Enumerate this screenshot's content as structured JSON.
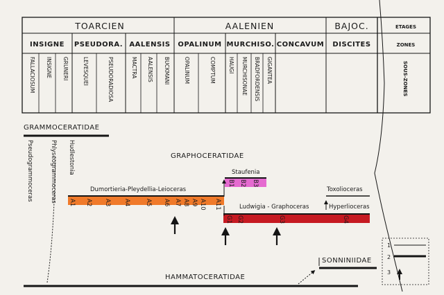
{
  "header": {
    "stages": [
      "TOARCIEN",
      "AALENIEN",
      "BAJOC."
    ],
    "etages_label": "ETAGES",
    "zones": [
      "INSIGNE",
      "PSEUDORA.",
      "AALENSIS",
      "OPALINUM",
      "MURCHISO.",
      "CONCAVUM",
      "DISCITES"
    ],
    "zones_label": "ZONES",
    "subzones": [
      "FALLACIOSUM",
      "INSIGNE",
      "GRUNERI",
      "LEVESQUEI",
      "PSEUDORADIOSA",
      "MACTRA",
      "AALENSIS",
      "BUCKMANI",
      "OPALINUM",
      "COMPTUM",
      "HAUGI",
      "MURCHISONAE",
      "BRADFORDENSIS",
      "GIGANTEA"
    ],
    "subzones_label": "SOUS-ZONES"
  },
  "families": {
    "grammoceratidae": "GRAMMOCERATIDAE",
    "graphoceratidae": "GRAPHOCERATIDAE",
    "hammatoceratidae": "HAMMATOCERATIDAE",
    "sonniniidae": "SONNINIIDAE"
  },
  "genera": {
    "pseudogrammoceras": "Pseudogrammoceras",
    "polyplectus": "Phlyseogrammoceras",
    "hudlestonia": "Hudlestonia",
    "dumortieria": "Dumortieria-Pleydellia-Leioceras",
    "staufenia": "Staufenia",
    "ludwigia": "Ludwigia - Graphoceras",
    "toxolioceras": "Toxolioceras",
    "hyperlioceras": "Hyperlioceras"
  },
  "a_labels": [
    "A1",
    "A2",
    "A3",
    "A4",
    "A5",
    "A6",
    "A7",
    "A8",
    "A9",
    "A10",
    "A11"
  ],
  "b_labels": [
    "B1",
    "B2",
    "B3"
  ],
  "g_labels": [
    "G1",
    "G2",
    "G3",
    "G4"
  ],
  "legend": [
    "1",
    "2",
    "3"
  ],
  "colors": {
    "orange": "#f07a2a",
    "pink": "#e56ad0",
    "red": "#c61a22",
    "line": "#151515",
    "paper": "#f3f1ec"
  }
}
